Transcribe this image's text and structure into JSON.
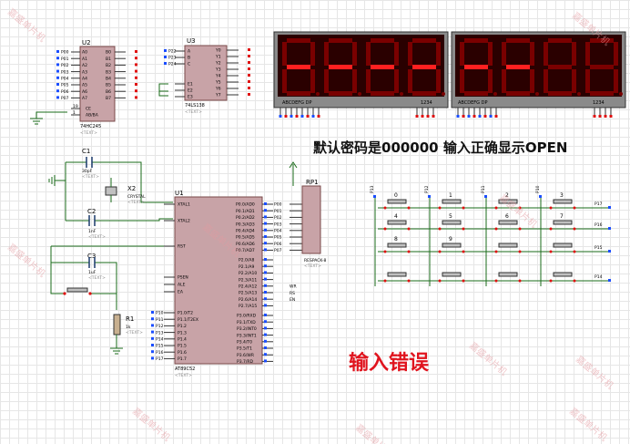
{
  "banner": "默认密码是000000 输入正确显示OPEN",
  "status_message": "输入错误",
  "watermark": "嘉盛单片机",
  "display_left": {
    "footer_left": "ABCDEFG DP",
    "footer_right": "1234",
    "digits": [
      "-",
      "-",
      "-",
      "-"
    ]
  },
  "display_right": {
    "footer_left": "ABCDEFG DP",
    "footer_right": "1234",
    "digits": [
      "-",
      "-",
      "",
      ""
    ]
  },
  "u2": {
    "ref": "U2",
    "part": "74HC245",
    "text": "<TEXT>",
    "left_pins": [
      "A0",
      "A1",
      "A2",
      "A3",
      "A4",
      "A5",
      "A6",
      "A7"
    ],
    "right_pins": [
      "B0",
      "B1",
      "B2",
      "B3",
      "B4",
      "B5",
      "B6",
      "B7"
    ],
    "ctrl_pins": [
      "CE",
      "AB/BA"
    ],
    "ctrl_nums": [
      "19",
      "1"
    ],
    "in_nets": [
      "P00",
      "P01",
      "P02",
      "P03",
      "P04",
      "P05",
      "P06",
      "P07"
    ]
  },
  "u3": {
    "ref": "U3",
    "part": "74LS138",
    "text": "<TEXT>",
    "left_pins": [
      "A",
      "B",
      "C",
      "E1",
      "E2",
      "E3"
    ],
    "right_pins": [
      "Y0",
      "Y1",
      "Y2",
      "Y3",
      "Y4",
      "Y5",
      "Y6",
      "Y7"
    ],
    "in_nets": [
      "P22",
      "P23",
      "P24"
    ]
  },
  "u1": {
    "ref": "U1",
    "part": "AT89C52",
    "text": "<TEXT>",
    "left_top": [
      "XTAL1",
      "XTAL2",
      "RST",
      "PSEN",
      "ALE",
      "EA"
    ],
    "left_p1": [
      "P1.0/T2",
      "P1.1/T2EX",
      "P1.2",
      "P1.3",
      "P1.4",
      "P1.5",
      "P1.6",
      "P1.7"
    ],
    "right_p0": [
      "P0.0/AD0",
      "P0.1/AD1",
      "P0.2/AD2",
      "P0.3/AD3",
      "P0.4/AD4",
      "P0.5/AD5",
      "P0.6/AD6",
      "P0.7/AD7"
    ],
    "right_p2": [
      "P2.0/A8",
      "P2.1/A9",
      "P2.2/A10",
      "P2.3/A11",
      "P2.4/A12",
      "P2.5/A13",
      "P2.6/A14",
      "P2.7/A15"
    ],
    "right_p3": [
      "P3.0/RXD",
      "P3.1/TXD",
      "P3.2/INT0",
      "P3.3/INT1",
      "P3.4/T0",
      "P3.5/T1",
      "P3.6/WR",
      "P3.7/RD"
    ],
    "p1_nets": [
      "P10",
      "P11",
      "P12",
      "P13",
      "P14",
      "P15",
      "P16",
      "P17"
    ],
    "p0_nets": [
      "P00",
      "P01",
      "P02",
      "P03",
      "P04",
      "P05",
      "P06",
      "P07"
    ],
    "p3_nets": [
      "WR",
      "RS",
      "EN"
    ]
  },
  "c1": {
    "ref": "C1",
    "value": "30pF",
    "text": "<TEXT>"
  },
  "c2": {
    "ref": "C2",
    "value": "1nF",
    "text": "<TEXT>"
  },
  "c3": {
    "ref": "C3",
    "value": "1uF",
    "text": "<TEXT>"
  },
  "x2": {
    "ref": "X2",
    "value": "CRYSTAL",
    "text": "<TEXT>"
  },
  "r1": {
    "ref": "R1",
    "value": "1k",
    "text": "<TEXT>"
  },
  "rp1": {
    "ref": "RP1",
    "value": "RESPACK-8",
    "text": "<TEXT>"
  },
  "keypad": {
    "col_nets": [
      "P13",
      "P12",
      "P11",
      "P10"
    ],
    "row_nets": [
      "P17",
      "P16",
      "P15",
      "P14"
    ],
    "keys": [
      "0",
      "1",
      "2",
      "3",
      "4",
      "5",
      "6",
      "7",
      "8",
      "9",
      "",
      ""
    ]
  }
}
